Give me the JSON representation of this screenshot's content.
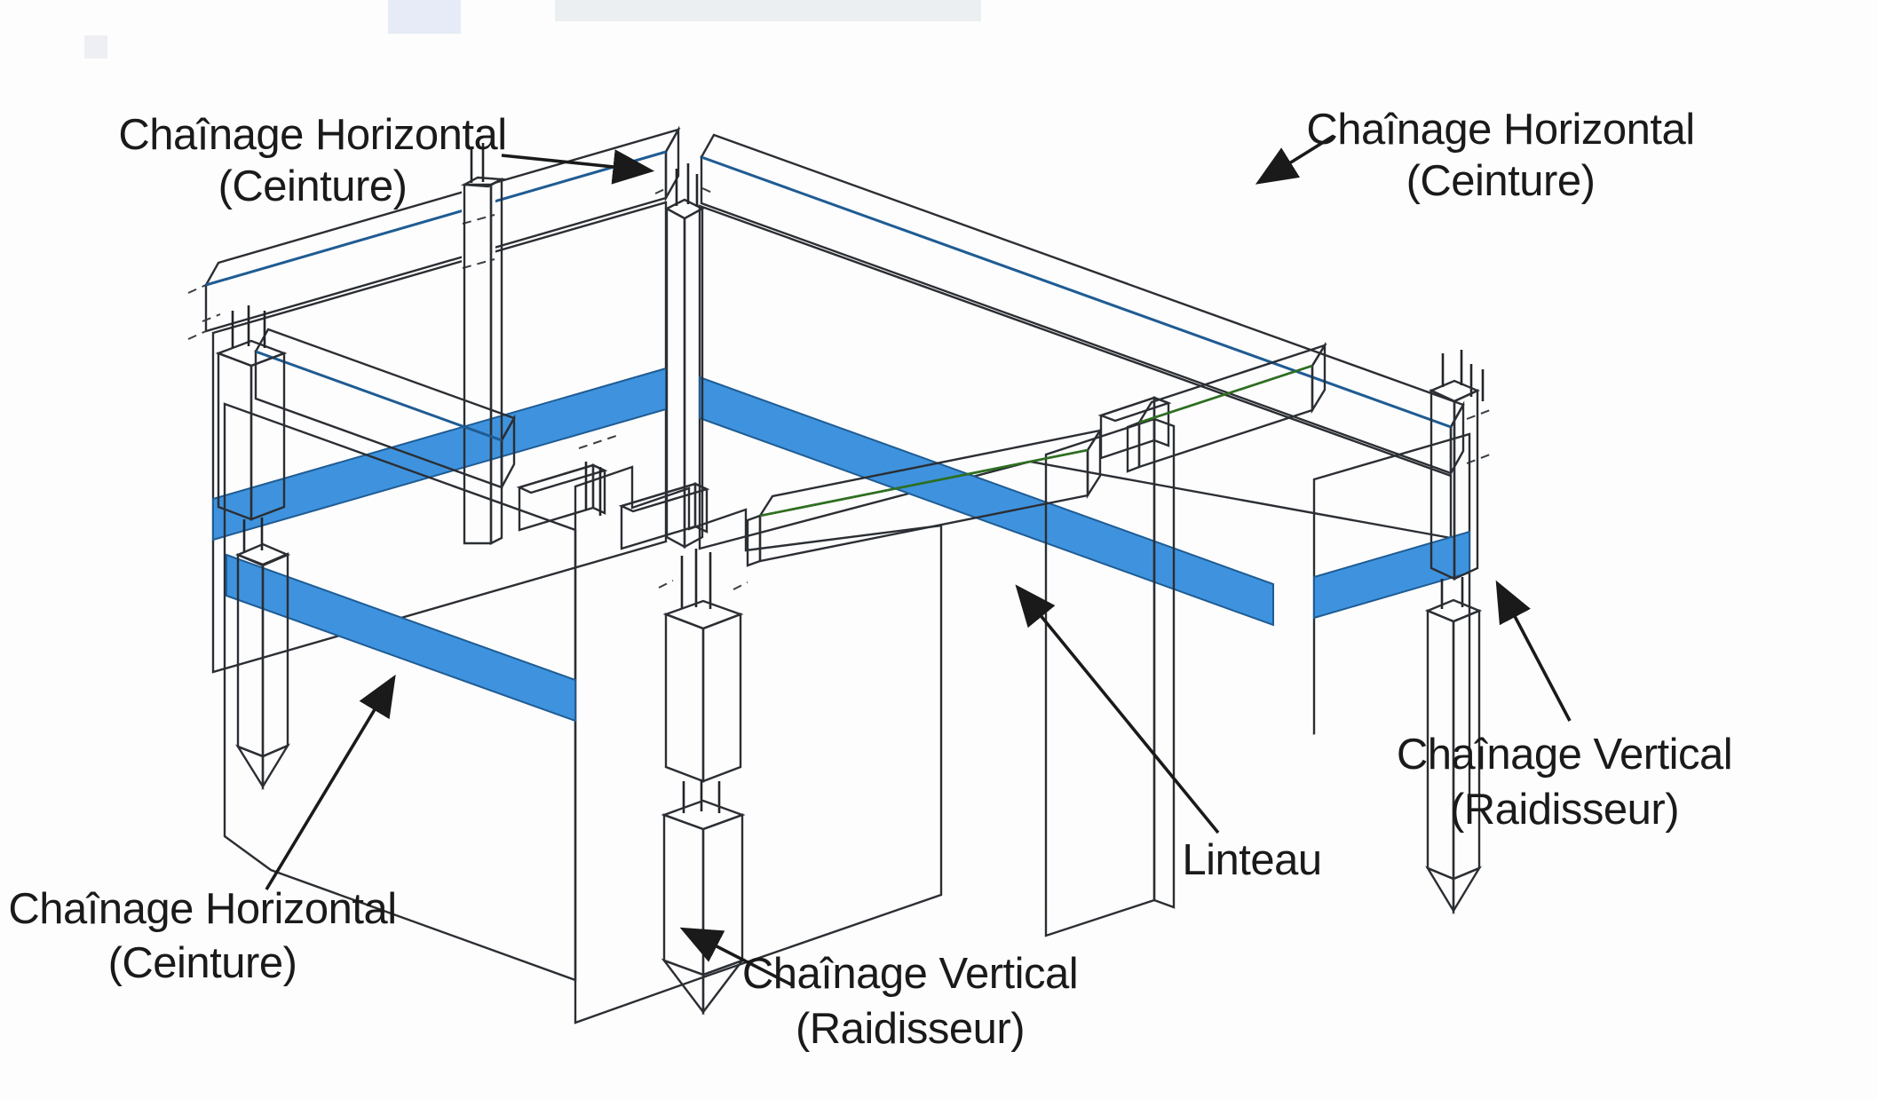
{
  "diagram": {
    "labels": {
      "horizontal_top_left": {
        "line1": "Chaînage Horizontal",
        "line2": "(Ceinture)"
      },
      "horizontal_top_right": {
        "line1": "Chaînage Horizontal",
        "line2": "(Ceinture)"
      },
      "horizontal_bottom_left": {
        "line1": "Chaînage Horizontal",
        "line2": "(Ceinture)"
      },
      "vertical_bottom": {
        "line1": "Chaînage Vertical",
        "line2": "(Raidisseur)"
      },
      "vertical_right": {
        "line1": "Chaînage Vertical",
        "line2": "(Raidisseur)"
      },
      "lintel": {
        "text": "Linteau"
      }
    },
    "colors": {
      "horizontal_tie_beam_blue": "#3F93DE",
      "vertical_tie_column_orange": "#EF9A48",
      "lintel_green": "#63BE47",
      "masonry_block_gray": "#C9C9CB",
      "line_dark": "#2B2E33",
      "label_text": "#1A1A1A",
      "background": "#FDFDFD"
    }
  }
}
